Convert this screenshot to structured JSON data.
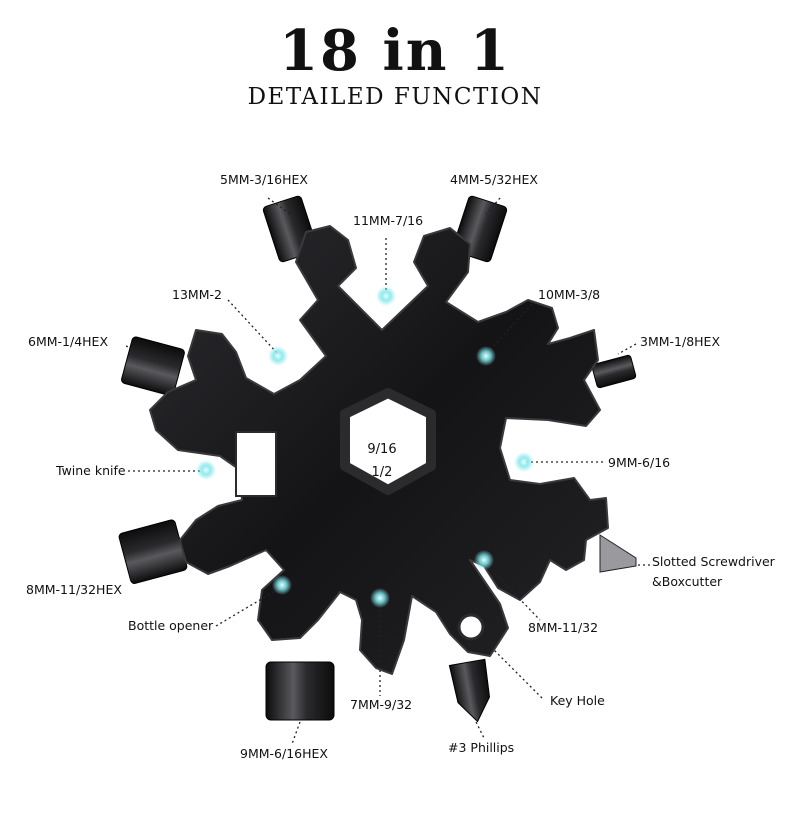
{
  "header": {
    "title": "18 in 1",
    "subtitle": "DETAILED FUNCTION"
  },
  "center": {
    "line1": "9/16",
    "line2": "1/2"
  },
  "labels": {
    "hex_5mm": "5MM-3/16HEX",
    "hex_4mm": "4MM-5/32HEX",
    "mm11": "11MM-7/16",
    "mm13": "13MM-2",
    "mm10": "10MM-3/8",
    "hex_6mm": "6MM-1/4HEX",
    "hex_3mm": "3MM-1/8HEX",
    "twine": "Twine knife",
    "mm9": "9MM-6/16",
    "slotted1": "Slotted Screwdriver",
    "slotted2": "&Boxcutter",
    "hex_8mm": "8MM-11/32HEX",
    "mm8": "8MM-11/32",
    "bottle": "Bottle opener",
    "keyhole": "Key Hole",
    "mm7": "7MM-9/32",
    "hex_9mm": "9MM-6/16HEX",
    "phillips": "#3 Phillips"
  },
  "colors": {
    "metal": "#1b1b1d",
    "metal_edge": "#3a3a3e",
    "glow": "#7fe6ea",
    "text": "#111111"
  }
}
